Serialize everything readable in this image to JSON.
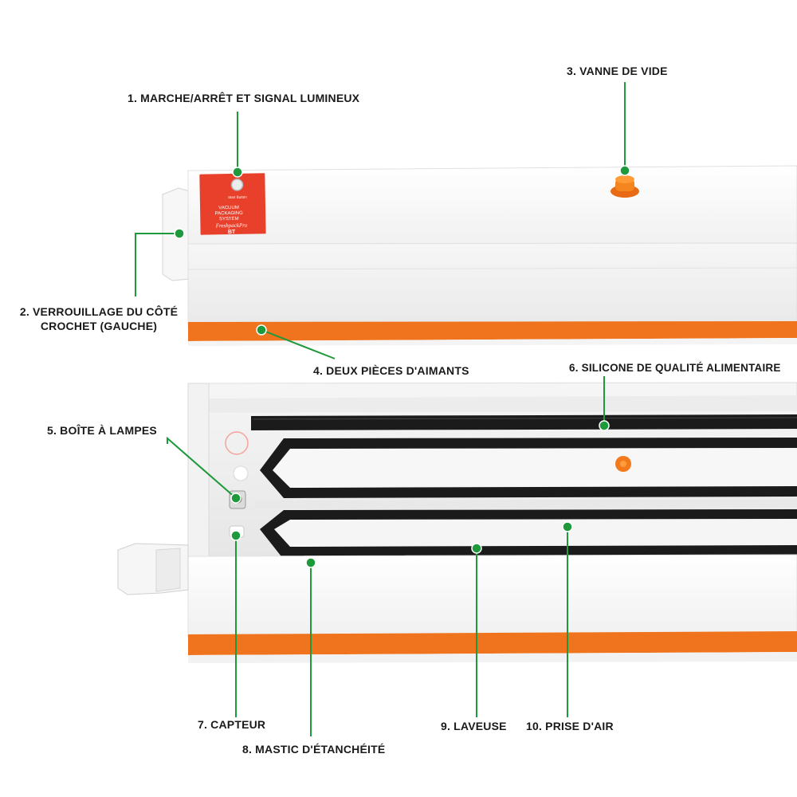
{
  "colors": {
    "accent_orange": "#f0741d",
    "callout_green": "#1e9a3c",
    "panel_red": "#e8402a",
    "gasket_black": "#1b1b1b",
    "body_white": "#ffffff",
    "body_shade": "#eeeeee",
    "heating_strip": "#a0774f"
  },
  "device_panel": {
    "line1": "VACUUM",
    "line2": "PACKAGING",
    "line3": "SYSTEM",
    "brand": "FreshpackPro",
    "model": "BT",
    "button_text": "Start Button"
  },
  "callouts": [
    {
      "id": "1",
      "text": "1. MARCHE/ARRÊT ET SIGNAL LUMINEUX"
    },
    {
      "id": "2",
      "line1": "2. VERROUILLAGE DU CÔTÉ",
      "line2": "CROCHET (GAUCHE)"
    },
    {
      "id": "3",
      "text": "3. VANNE DE VIDE"
    },
    {
      "id": "4",
      "text": "4. DEUX PIÈCES D'AIMANTS"
    },
    {
      "id": "5",
      "text": "5. BOÎTE À LAMPES"
    },
    {
      "id": "6",
      "text": "6. SILICONE DE QUALITÉ ALIMENTAIRE"
    },
    {
      "id": "7",
      "text": "7. CAPTEUR"
    },
    {
      "id": "8",
      "text": "8. MASTIC D'ÉTANCHÉITÉ"
    },
    {
      "id": "9",
      "text": "9. LAVEUSE"
    },
    {
      "id": "10",
      "text": "10. PRISE D'AIR"
    }
  ]
}
